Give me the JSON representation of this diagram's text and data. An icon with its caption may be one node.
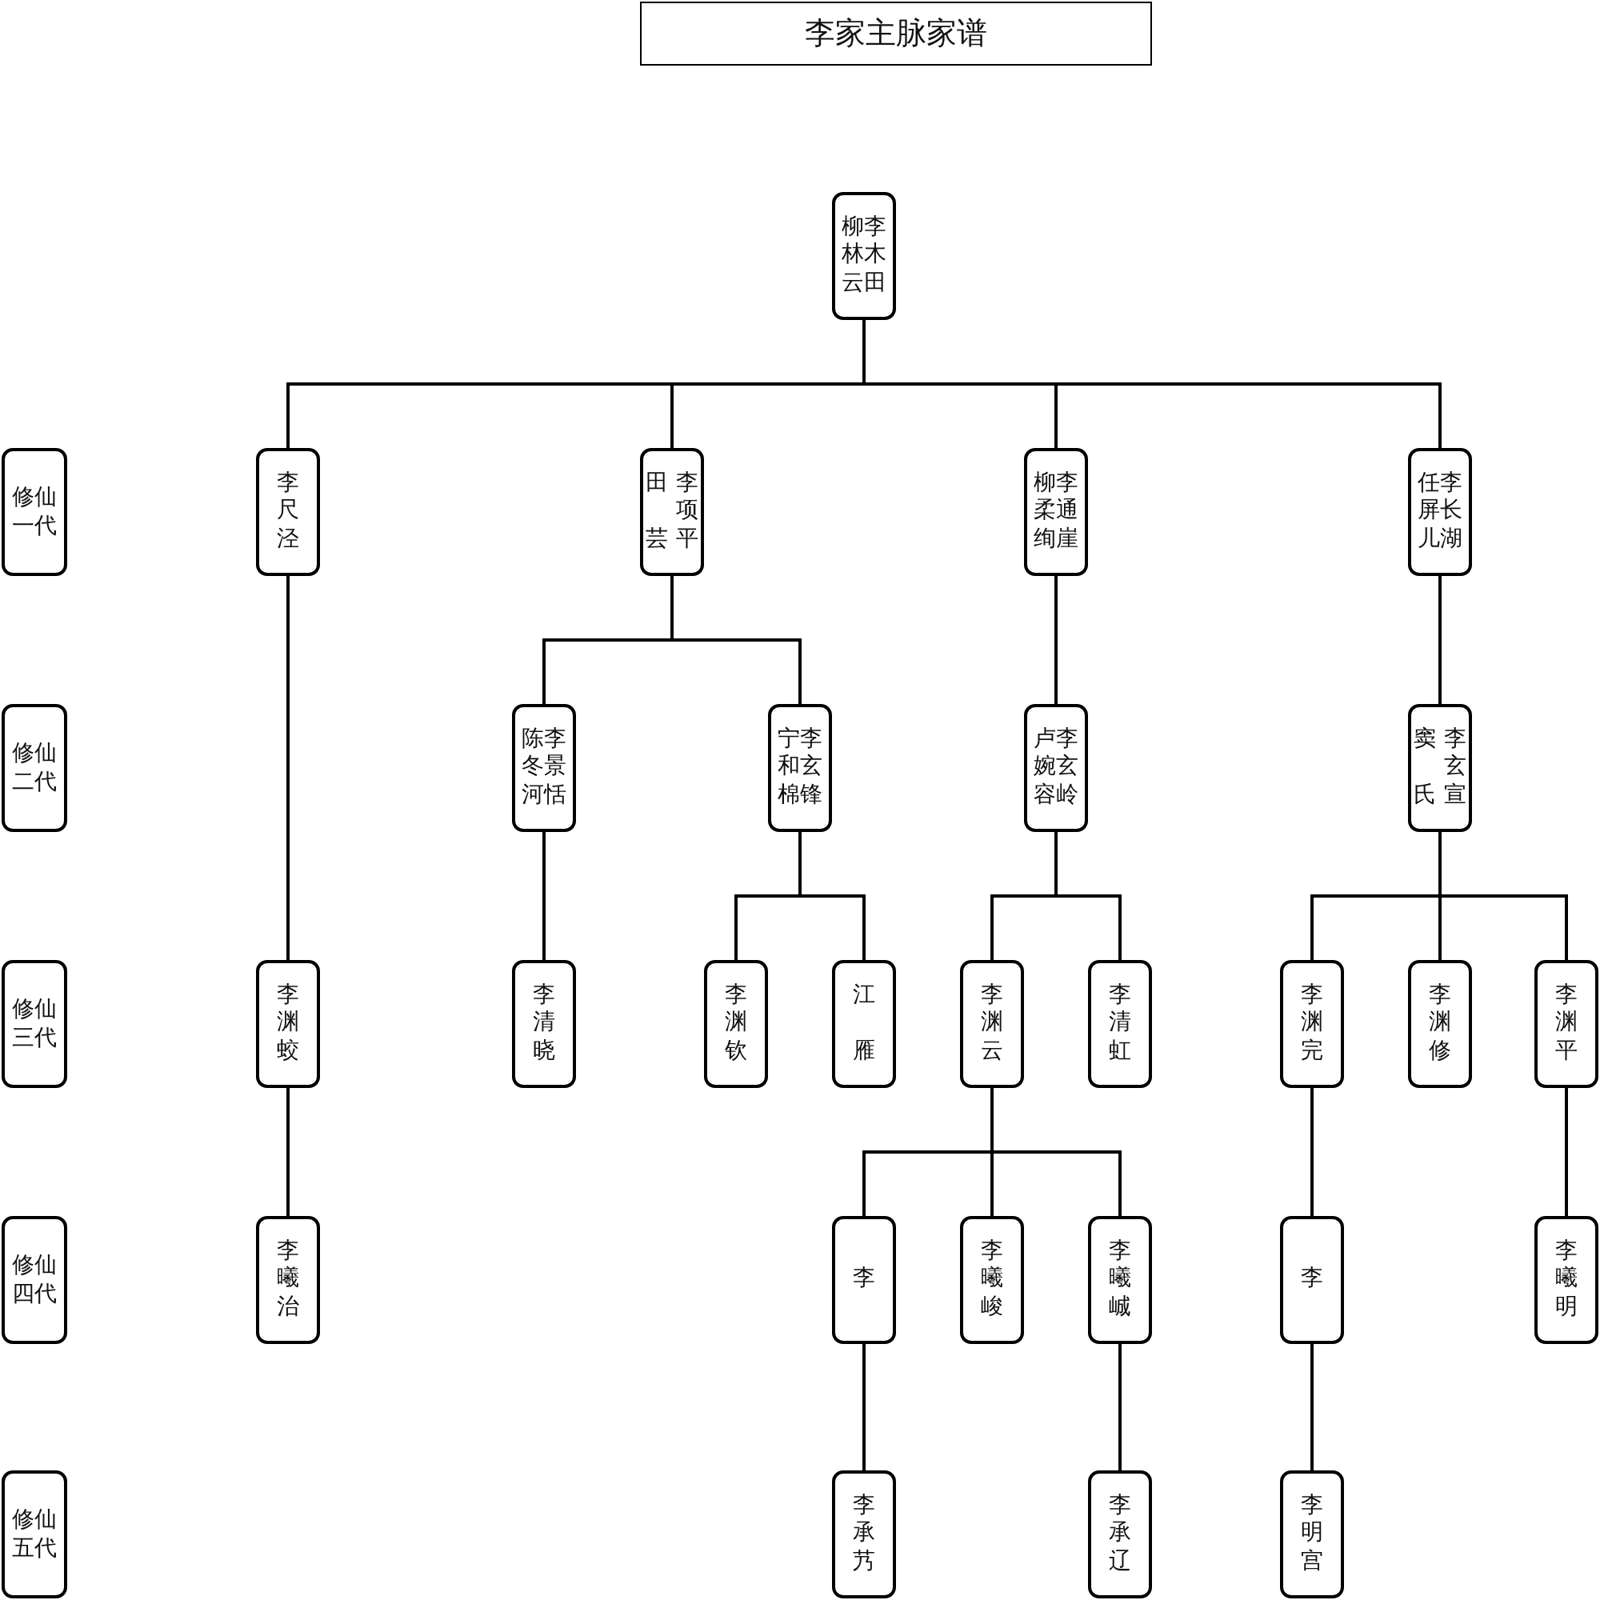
{
  "diagram": {
    "title": "李家主脉家谱",
    "nodes": [
      {
        "text": [
          "柳林云",
          "李木田"
        ]
      },
      {
        "text": [
          "修仙一代"
        ]
      },
      {
        "text": [
          "李尺泾"
        ]
      },
      {
        "text": [
          "田芸",
          "李项平"
        ]
      },
      {
        "text": [
          "柳柔绚",
          "李通崖"
        ]
      },
      {
        "text": [
          "任屏儿",
          "李长湖"
        ]
      },
      {
        "text": [
          "修仙二代"
        ]
      },
      {
        "text": [
          "陈冬河",
          "李景恬"
        ]
      },
      {
        "text": [
          "宁和棉",
          "李玄锋"
        ]
      },
      {
        "text": [
          "卢婉容",
          "李玄岭"
        ]
      },
      {
        "text": [
          "窦氏",
          "李玄宣"
        ]
      },
      {
        "text": [
          "修仙三代"
        ]
      },
      {
        "text": [
          "李渊蛟"
        ]
      },
      {
        "text": [
          "李清晓"
        ]
      },
      {
        "text": [
          "李渊钦"
        ]
      },
      {
        "text": [
          "江雁"
        ]
      },
      {
        "text": [
          "李渊云"
        ]
      },
      {
        "text": [
          "李清虹"
        ]
      },
      {
        "text": [
          "李渊完"
        ]
      },
      {
        "text": [
          "李渊修"
        ]
      },
      {
        "text": [
          "李渊平"
        ]
      },
      {
        "text": [
          "修仙四代"
        ]
      },
      {
        "text": [
          "李曦治"
        ]
      },
      {
        "text": [
          "李"
        ]
      },
      {
        "text": [
          "李曦峻"
        ]
      },
      {
        "text": [
          "李曦峸"
        ]
      },
      {
        "text": [
          "李"
        ]
      },
      {
        "text": [
          "李曦明"
        ]
      },
      {
        "text": [
          "修仙五代"
        ]
      },
      {
        "text": [
          "李承艿"
        ]
      },
      {
        "text": [
          "李承辽"
        ]
      },
      {
        "text": [
          "李明宫"
        ]
      }
    ],
    "edges": [
      {
        "from": 0,
        "to": 2,
        "arrow": "none"
      },
      {
        "from": 0,
        "to": 3,
        "arrow": "none"
      },
      {
        "from": 0,
        "to": 4,
        "arrow": "none"
      },
      {
        "from": 0,
        "to": 5,
        "arrow": "none"
      },
      {
        "from": 2,
        "to": 12,
        "arrow": "none"
      },
      {
        "from": 3,
        "to": 7,
        "arrow": "none"
      },
      {
        "from": 3,
        "to": 8,
        "arrow": "none"
      },
      {
        "from": 4,
        "to": 9,
        "arrow": "none"
      },
      {
        "from": 5,
        "to": 10,
        "arrow": "none"
      },
      {
        "from": 7,
        "to": 13,
        "arrow": "none"
      },
      {
        "from": 8,
        "to": 14,
        "arrow": "none"
      },
      {
        "from": 8,
        "to": 15,
        "arrow": "none"
      },
      {
        "from": 9,
        "to": 16,
        "arrow": "none"
      },
      {
        "from": 9,
        "to": 17,
        "arrow": "none"
      },
      {
        "from": 10,
        "to": 18,
        "arrow": "none"
      },
      {
        "from": 10,
        "to": 19,
        "arrow": "none"
      },
      {
        "from": 10,
        "to": 20,
        "arrow": "none"
      },
      {
        "from": 12,
        "to": 22,
        "arrow": "none"
      },
      {
        "from": 16,
        "to": 23,
        "arrow": "none"
      },
      {
        "from": 16,
        "to": 24,
        "arrow": "none"
      },
      {
        "from": 16,
        "to": 25,
        "arrow": "none"
      },
      {
        "from": 18,
        "to": 26,
        "arrow": "none"
      },
      {
        "from": 20,
        "to": 27,
        "arrow": "none"
      },
      {
        "from": 23,
        "to": 29,
        "arrow": "none"
      },
      {
        "from": 25,
        "to": 30,
        "arrow": "none"
      },
      {
        "from": 26,
        "to": 31,
        "arrow": "none"
      }
    ]
  }
}
